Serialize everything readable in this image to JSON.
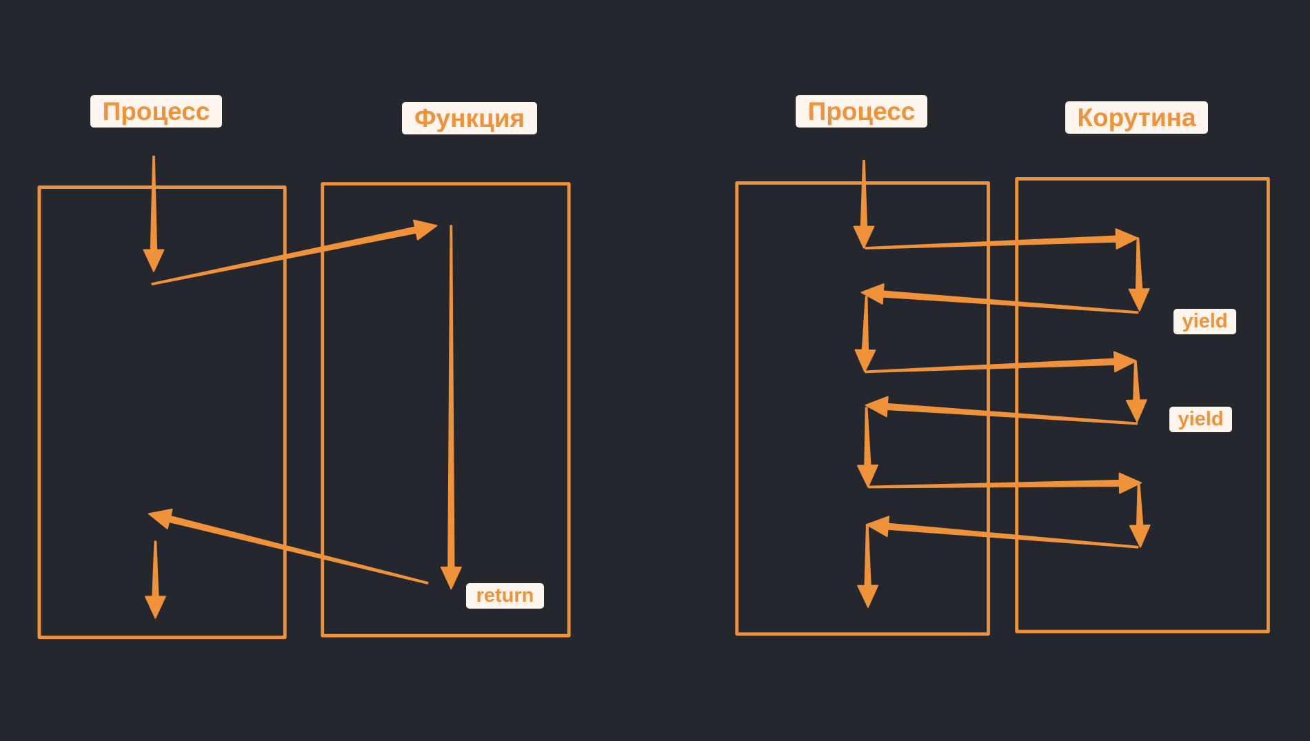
{
  "colors": {
    "background": "#24272d",
    "accent": "#f0923a",
    "label_background": "#fdf5ee"
  },
  "left_diagram": {
    "process_label": "Процесс",
    "function_label": "Функция",
    "return_label": "return"
  },
  "right_diagram": {
    "process_label": "Процесс",
    "coroutine_label": "Корутина",
    "yield_labels": [
      "yield",
      "yield"
    ]
  }
}
